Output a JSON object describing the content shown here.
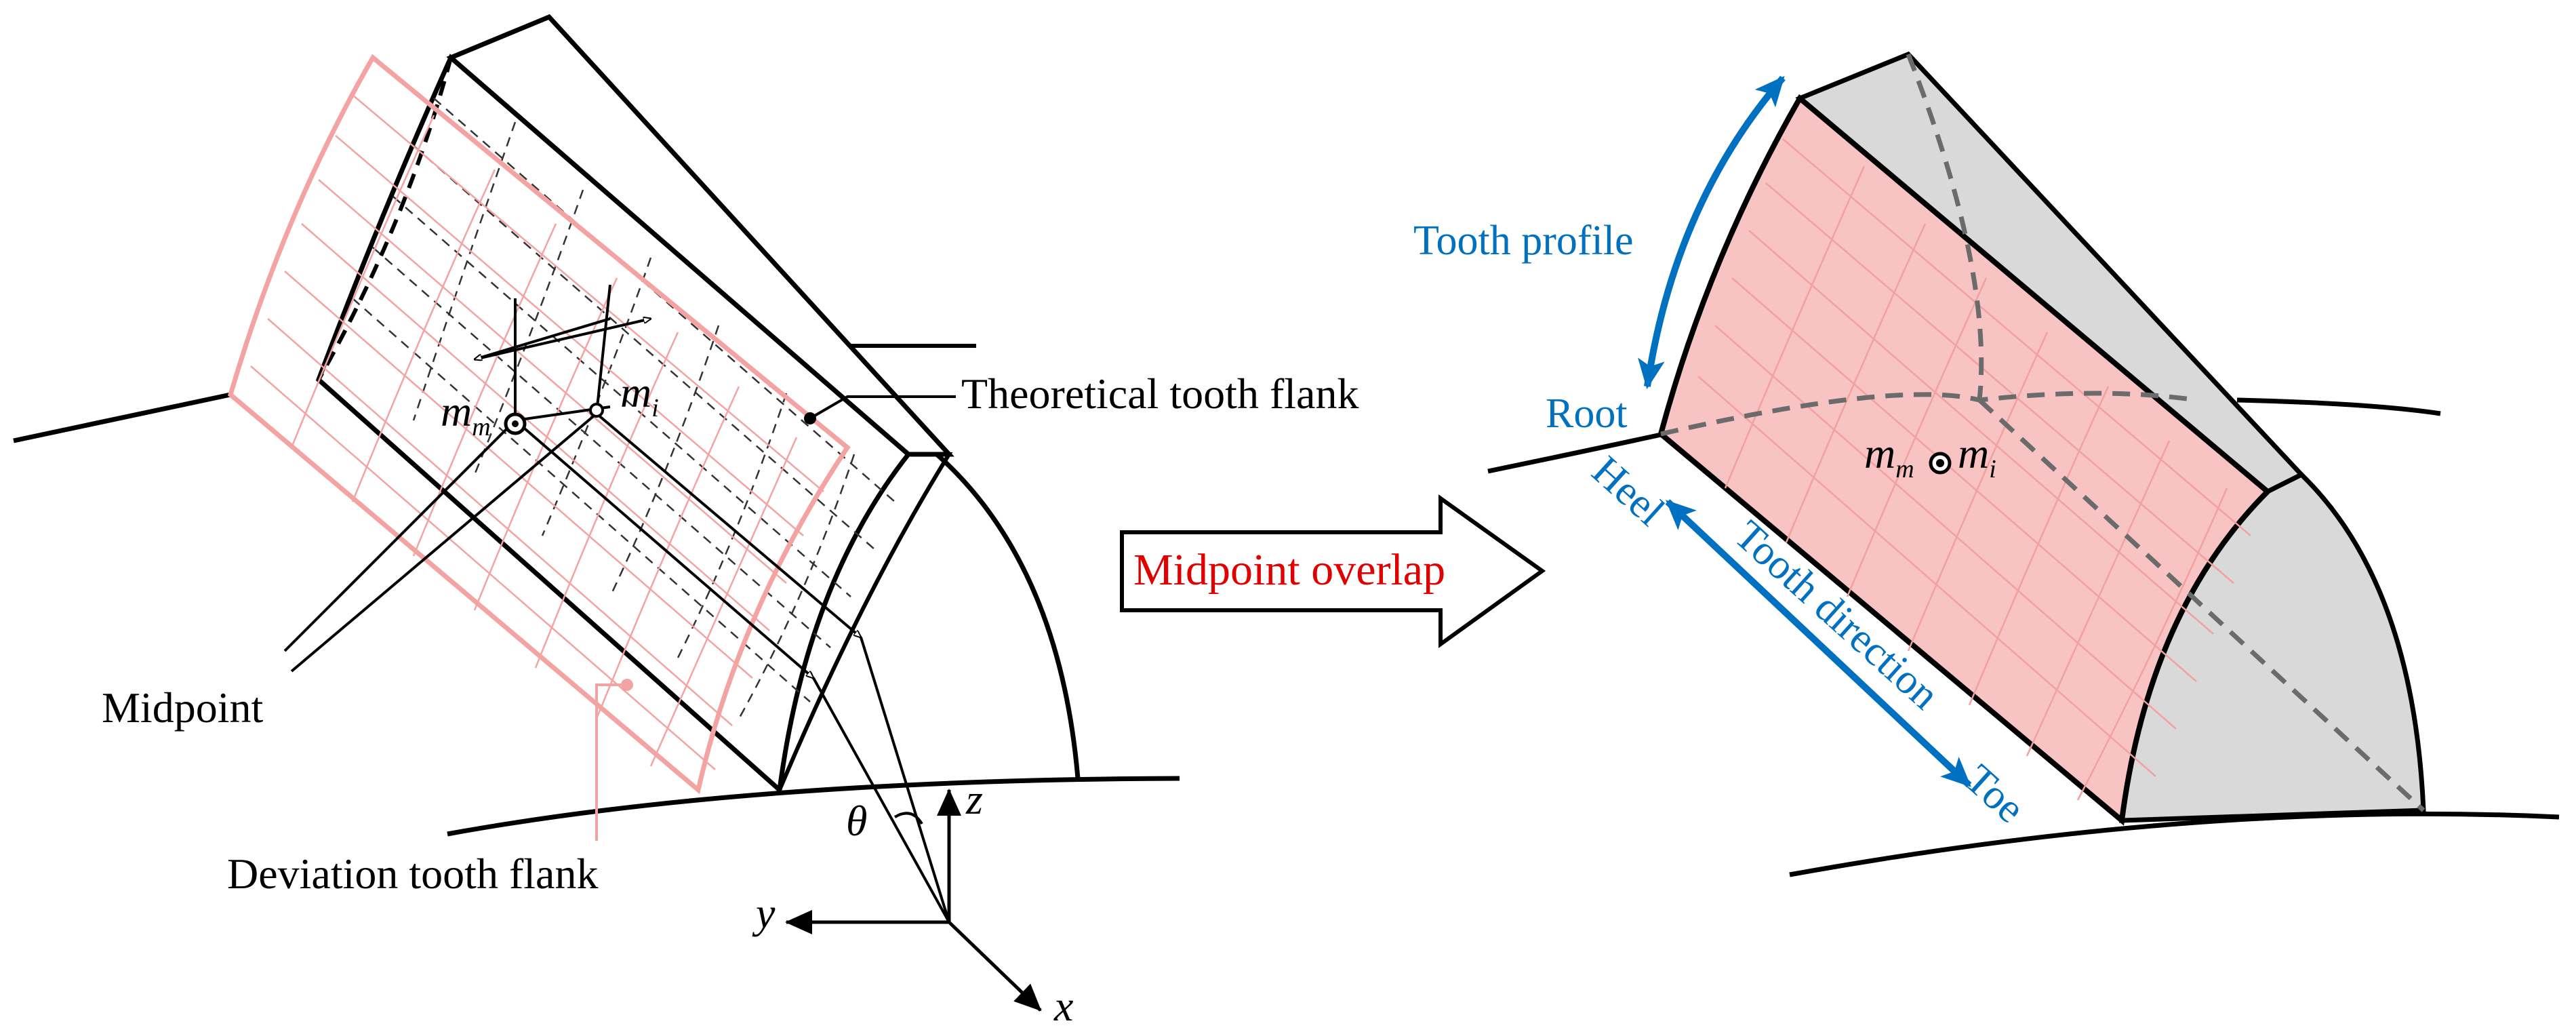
{
  "labels": {
    "theoretical": "Theoretical tooth flank",
    "midpoint": "Midpoint",
    "deviation": "Deviation tooth flank",
    "m_base": "m",
    "m_sub": "m",
    "i_sub": "i",
    "theta": "θ",
    "axis_x": "x",
    "axis_y": "y",
    "axis_z": "z",
    "arrow": "Midpoint overlap",
    "tooth_profile": "Tooth profile",
    "root": "Root",
    "heel": "Heel",
    "tooth_direction": "Tooth direction",
    "toe": "Toe"
  },
  "colors": {
    "deviation": "#f4a3a3",
    "overlap_fill": "#f8c3c3",
    "blue": "#0070c0",
    "red": "#e00000",
    "gray_fill": "#d9d9d9"
  }
}
